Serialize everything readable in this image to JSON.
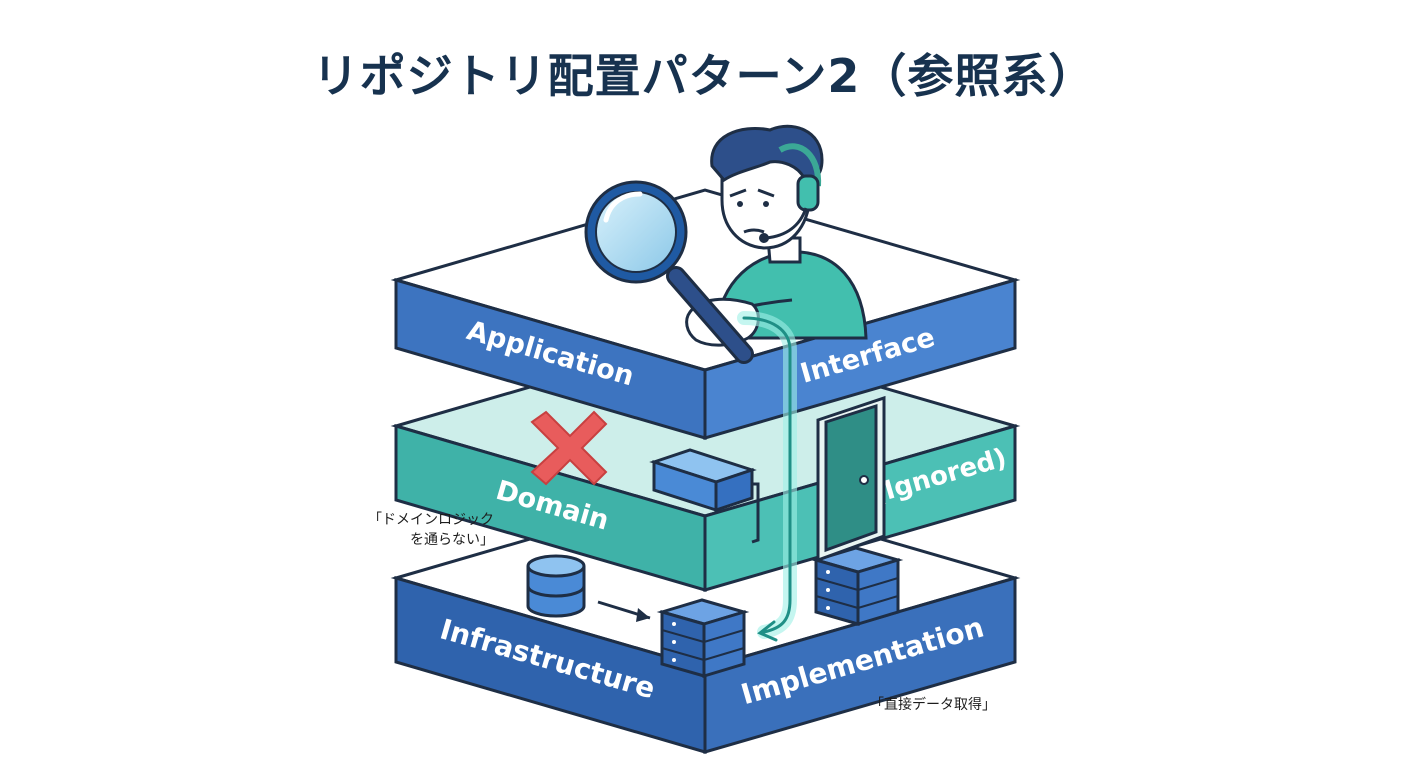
{
  "title": "リポジトリ配置パターン2（参照系）",
  "layers": {
    "top": {
      "left_label": "Application",
      "right_label": "Interface"
    },
    "middle": {
      "left_label": "Domain",
      "right_label": "(Ignored)"
    },
    "bottom": {
      "left_label": "Infrastructure",
      "right_label": "Implementation"
    }
  },
  "notes": {
    "domain_bypass_line1": "「ドメインロジック",
    "domain_bypass_line2": "を通らない」",
    "direct_fetch": "「直接データ取得」"
  },
  "icons": [
    "magnifying-glass-icon",
    "headset-icon",
    "cross-icon",
    "door-icon",
    "database-icon",
    "server-icon",
    "arrow-right-icon"
  ],
  "colors": {
    "title": "#17324f",
    "top_layer": "#3d74c0",
    "middle_layer": "#3fb2a8",
    "bottom_layer": "#2f63ad",
    "cross": "#e85c5c",
    "path_glow": "#9ef0e6"
  }
}
